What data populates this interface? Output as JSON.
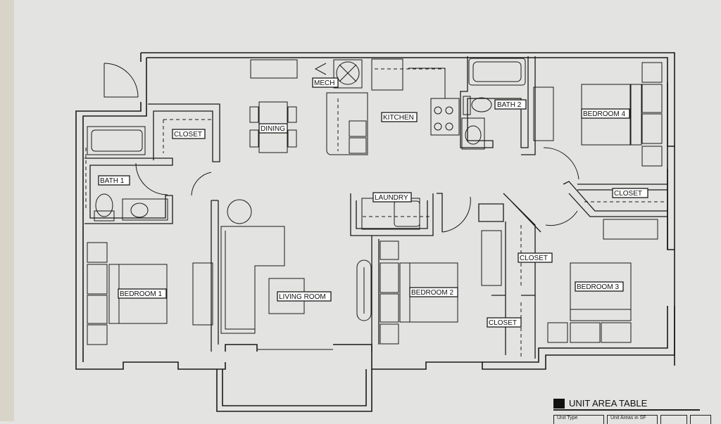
{
  "rooms": {
    "mech": "MECH",
    "dining": "DINING",
    "kitchen": "KITCHEN",
    "bath2": "BATH 2",
    "bedroom4": "BEDROOM 4",
    "closet_main": "CLOSET",
    "bath1": "BATH 1",
    "laundry": "LAUNDRY",
    "closet_bed4": "CLOSET",
    "closet_bed3": "CLOSET",
    "bedroom1": "BEDROOM 1",
    "living_room": "LIVING ROOM",
    "bedroom2": "BEDROOM 2",
    "bedroom3": "BEDROOM 3",
    "closet_bed2": "CLOSET"
  },
  "unit_area_table": {
    "title": "UNIT AREA TABLE",
    "columns": [
      "Unit Type",
      "Unit Areas in SF",
      "",
      ""
    ]
  }
}
